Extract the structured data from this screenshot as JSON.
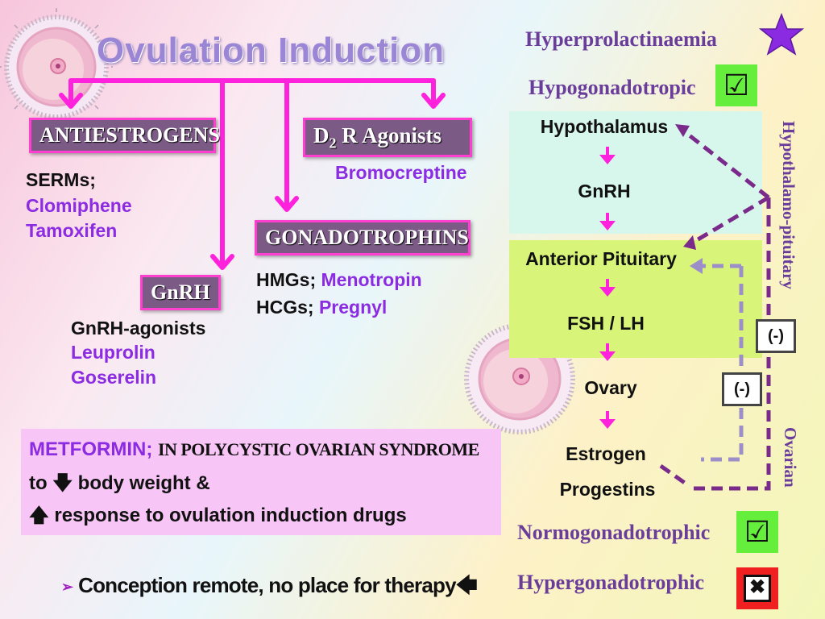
{
  "title": "Ovulation Induction",
  "categories": {
    "hyperprolactinaemia": "Hyperprolactinaemia",
    "hypogonadotropic": "Hypogonadotropic",
    "normogonadotrophic": "Normogonadotrophic",
    "hypergonadotrophic": "Hypergonadotrophic",
    "check_mark": "☑",
    "x_mark": "✖"
  },
  "antiestrogens": {
    "label": "ANTIESTROGENS",
    "line1": "SERMs;",
    "drug1": "Clomiphene",
    "drug2": "Tamoxifen"
  },
  "d2_agonists": {
    "label_prefix": "D",
    "label_sub": "2",
    "label_suffix": " R Agonists",
    "drug": "Bromocreptine"
  },
  "gonadotrophins": {
    "label": "GONADOTROPHINS",
    "hmg_prefix": "HMGs; ",
    "hmg_drug": "Menotropin",
    "hcg_prefix": "HCGs; ",
    "hcg_drug": "Pregnyl"
  },
  "gnrh": {
    "label": "GnRH",
    "line1": "GnRH-agonists",
    "drug1": "Leuprolin",
    "drug2": "Goserelin"
  },
  "metformin": {
    "label": "METFORMIN;",
    "condition": "IN POLYCYSTIC OVARIAN SYNDROME",
    "line2_prefix": "to ",
    "line2_arrow": "🡇",
    "line2_suffix": " body weight &",
    "line3_arrow": "🡅",
    "line3_suffix": " response to ovulation induction drugs"
  },
  "axis": {
    "hypothalamus": "Hypothalamus",
    "gnrh": "GnRH",
    "anterior_pituitary": "Anterior Pituitary",
    "fsh_lh": "FSH / LH",
    "ovary": "Ovary",
    "estrogen": "Estrogen",
    "progestins": "Progestins",
    "neg1": "(-)",
    "neg2": "(-)",
    "side_label_top": "Hypothalamo-pituitary",
    "side_label_bottom": "Ovarian"
  },
  "footer": {
    "bullet": "➢",
    "text": "Conception remote, no place for therapy",
    "arrow": "🡄"
  },
  "colors": {
    "magenta": "#ff22dd",
    "purple_text": "#8b2be2",
    "dashed_purple": "#7a2a8a",
    "dashed_lavender": "#9c8ec8",
    "check_green": "#66ee3c",
    "x_red": "#f02020"
  }
}
